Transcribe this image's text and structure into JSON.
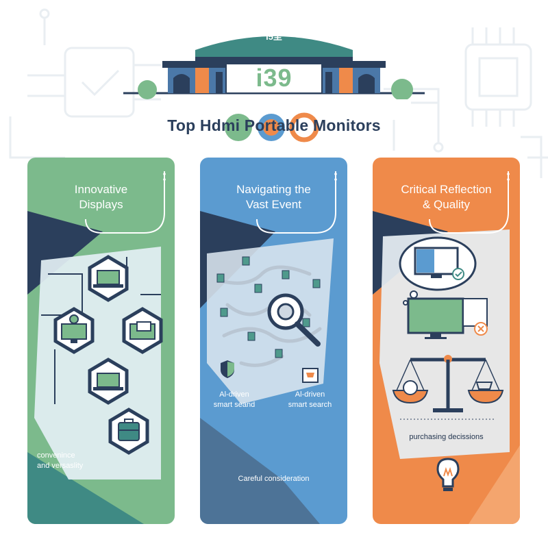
{
  "header": {
    "badge_text": "i39",
    "roof_text": "i5至"
  },
  "page": {
    "title": "Top Hdmi Portable Monitors"
  },
  "panels": [
    {
      "title_line1": "Innovative",
      "title_line2": "Displays",
      "caption_line1": "convenince",
      "caption_line2": "and versaslity",
      "color": "#7cba8c"
    },
    {
      "title_line1": "Navigating the",
      "title_line2": "Vast Event",
      "label_left_line1": "Al-driven",
      "label_left_line2": "smart seand",
      "label_right_line1": "Al-driven",
      "label_right_line2": "smart search",
      "caption": "Careful consideration",
      "color": "#5b9bd0"
    },
    {
      "title_line1": "Critical Reflection",
      "title_line2": "& Quality",
      "caption": "purchasing decissions",
      "color": "#ef8a4a"
    }
  ],
  "colors": {
    "navy": "#2b3f5c",
    "green": "#7cba8c",
    "blue": "#5b9bd0",
    "orange": "#ef8a4a",
    "teal": "#3f8a84"
  }
}
